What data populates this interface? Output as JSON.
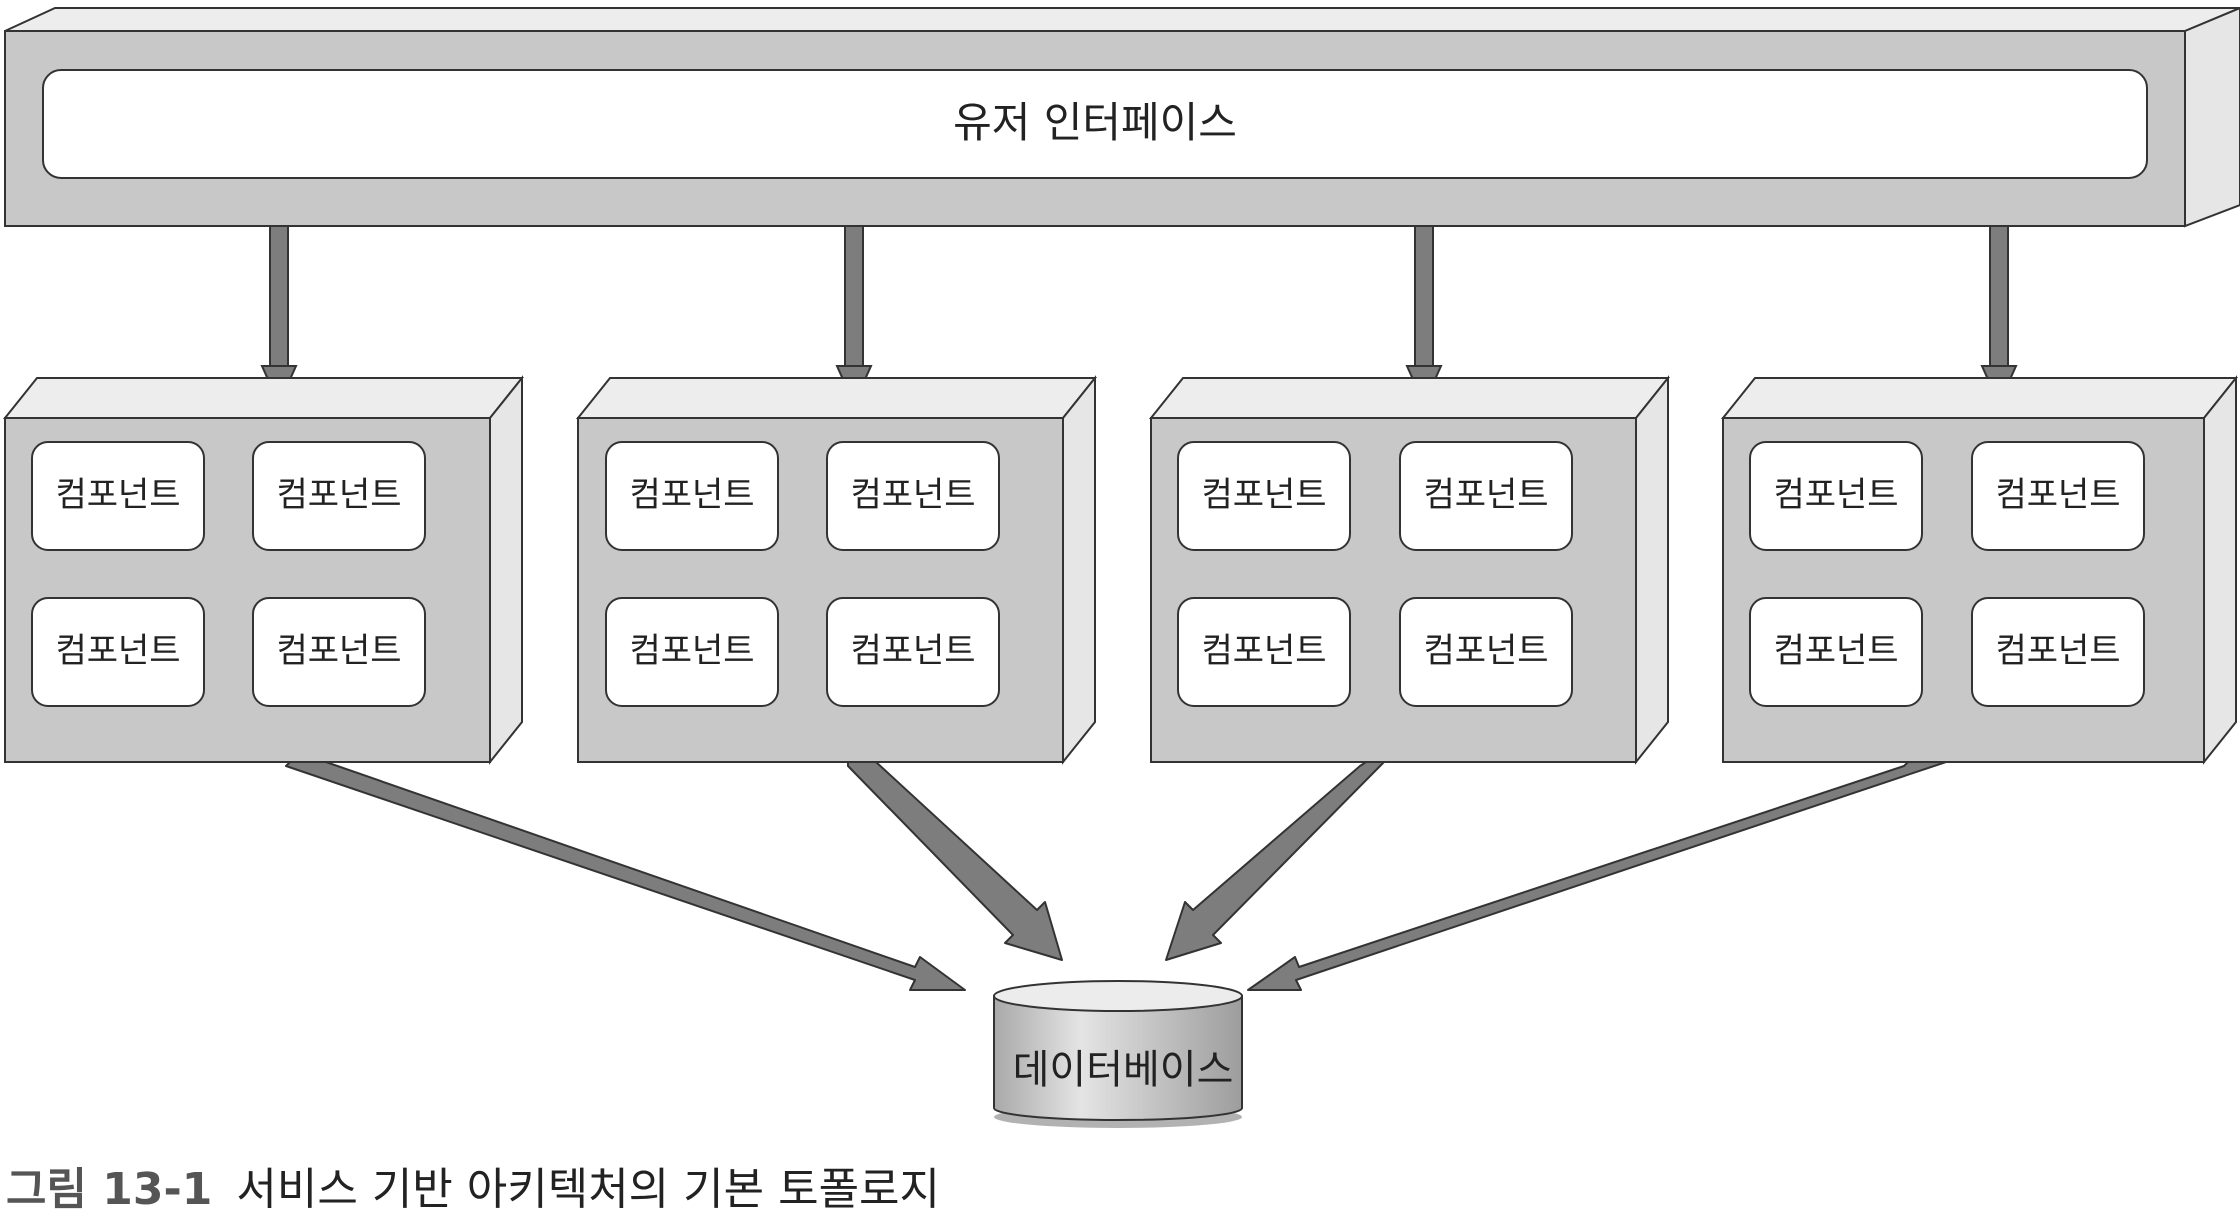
{
  "user_interface": {
    "label": "유저 인터페이스"
  },
  "services": [
    {
      "components": [
        "컴포넌트",
        "컴포넌트",
        "컴포넌트",
        "컴포넌트"
      ]
    },
    {
      "components": [
        "컴포넌트",
        "컴포넌트",
        "컴포넌트",
        "컴포넌트"
      ]
    },
    {
      "components": [
        "컴포넌트",
        "컴포넌트",
        "컴포넌트",
        "컴포넌트"
      ]
    },
    {
      "components": [
        "컴포넌트",
        "컴포넌트",
        "컴포넌트",
        "컴포넌트"
      ]
    }
  ],
  "database": {
    "label": "데이터베이스"
  },
  "caption": {
    "number": "그림 13-1",
    "text": "서비스 기반 아키텍처의 기본 토폴로지"
  },
  "colors": {
    "box_fill": "#c8c8c8",
    "box_side": "#e6e6e6",
    "box_top": "#ededed",
    "inner_fill": "#ffffff",
    "arrow": "#7d7d7d",
    "stroke": "#333333"
  }
}
